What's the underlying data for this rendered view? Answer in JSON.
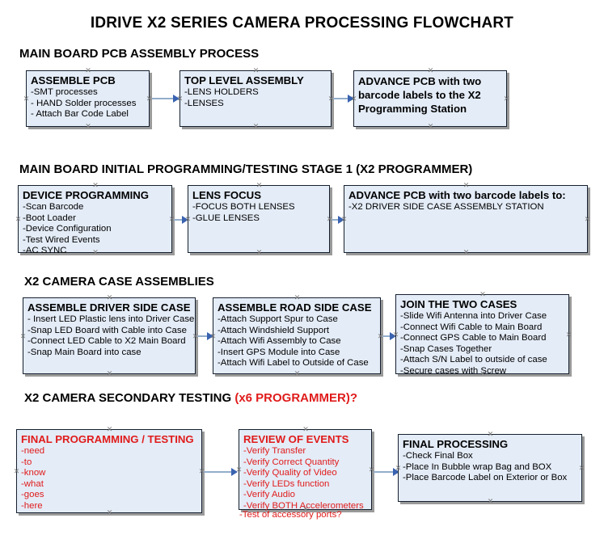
{
  "title": "IDRIVE X2  SERIES CAMERA PROCESSING FLOWCHART",
  "sections": [
    {
      "heading": "MAIN BOARD PCB ASSEMBLY PROCESS",
      "heading_accent": "",
      "boxes": [
        {
          "title": "ASSEMBLE PCB",
          "items": [
            "-SMT processes",
            "- HAND Solder processes",
            "- Attach Bar Code Label"
          ]
        },
        {
          "title": "TOP LEVEL ASSEMBLY",
          "items": [
            "-LENS HOLDERS",
            "-LENSES"
          ]
        },
        {
          "title": "ADVANCE PCB with two barcode labels to the  X2 Programming Station",
          "items": []
        }
      ]
    },
    {
      "heading": "MAIN BOARD INITIAL PROGRAMMING/TESTING STAGE 1 (X2 PROGRAMMER)",
      "heading_accent": "",
      "boxes": [
        {
          "title": "DEVICE PROGRAMMING",
          "items": [
            "-Scan Barcode",
            "-Boot Loader",
            "-Device Configuration",
            "-Test Wired Events",
            "-AC SYNC"
          ]
        },
        {
          "title": "LENS FOCUS",
          "items": [
            "-FOCUS BOTH LENSES",
            "-GLUE LENSES"
          ]
        },
        {
          "title": "ADVANCE PCB with two barcode labels to:",
          "items": [
            "-X2 DRIVER  SIDE  CASE  ASSEMBLY STATION"
          ]
        }
      ]
    },
    {
      "heading": "X2 CAMERA CASE ASSEMBLIES",
      "heading_accent": "",
      "boxes": [
        {
          "title": "ASSEMBLE DRIVER SIDE CASE",
          "items": [
            "- Insert LED Plastic lens into Driver Case",
            "-Snap LED Board with Cable into Case",
            "-Connect LED Cable to X2 Main Board",
            "-Snap Main Board into case"
          ]
        },
        {
          "title": "ASSEMBLE ROAD SIDE CASE",
          "items": [
            "-Attach Support Spur to Case",
            "-Attach Windshield Support",
            "-Attach Wifi Assembly to Case",
            "-Insert GPS Module into Case",
            "-Attach Wifi Label to Outside of Case"
          ]
        },
        {
          "title": "JOIN THE TWO CASES",
          "items": [
            "-Slide Wifi Antenna into Driver Case",
            "-Connect Wifi Cable to Main Board",
            "-Connect GPS Cable to Main Board",
            "-Snap Cases Together",
            "-Attach S/N Label to outside of case",
            "-Secure cases with Screw"
          ]
        }
      ]
    },
    {
      "heading": "X2 CAMERA SECONDARY TESTING",
      "heading_accent": "(x6 PROGRAMMER)?",
      "boxes": [
        {
          "title": "FINAL PROGRAMMING / TESTING",
          "items": [
            "-need",
            "-to",
            "-know",
            "-what",
            "-goes",
            "-here"
          ]
        },
        {
          "title": "REVIEW OF EVENTS",
          "items": [
            "-Verify Transfer",
            "-Verify Correct Quantity",
            "-Verify Quality of Video",
            "-Verify LEDs function",
            "-Verify Audio",
            "-Verify BOTH Accelerometers"
          ],
          "overflow_item": "-Test of accessory ports?"
        },
        {
          "title": "FINAL PROCESSING",
          "items": [
            " -Check Final Box",
            "-Place In Bubble wrap Bag and BOX",
            "-Place Barcode Label on Exterior or Box"
          ]
        }
      ]
    }
  ],
  "colors": {
    "box_fill": "#e4ecf7",
    "box_border": "#15202e",
    "accent_red": "#e01b1b",
    "arrow_shaft": "#93aecb",
    "arrow_head": "#3a63b0"
  }
}
